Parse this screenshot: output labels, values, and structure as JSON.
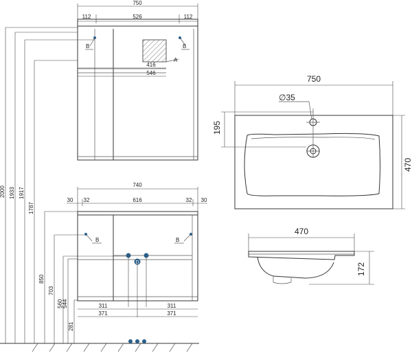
{
  "colors": {
    "line": "#333333",
    "marker": "#2b5f8a",
    "hatch": "#555555"
  },
  "top_view": {
    "width": "750",
    "seg_left": "112",
    "seg_mid": "526",
    "seg_right": "112",
    "inner_a": "416",
    "inner_b": "546",
    "callout_a": "A",
    "callout_b1": "B",
    "callout_b2": "B"
  },
  "heights": {
    "h2000": "2000",
    "h1933": "1933",
    "h1917": "1917",
    "h1787": "1787",
    "h850": "850",
    "h703": "703",
    "h560": "560",
    "h544": "544",
    "h281": "281"
  },
  "front_view": {
    "width": "740",
    "top_l30": "30",
    "top_l32": "32",
    "top_mid": "616",
    "top_r32": "32",
    "top_r30": "30",
    "b_left": "B",
    "b_right": "B",
    "d_label": "D",
    "bot_311_l": "311",
    "bot_311_r": "311",
    "bot_371_l": "371",
    "bot_371_r": "371"
  },
  "basin_top": {
    "width": "750",
    "hole": "∅35",
    "depth": "195",
    "height": "470"
  },
  "basin_side": {
    "width": "470",
    "height": "172"
  }
}
